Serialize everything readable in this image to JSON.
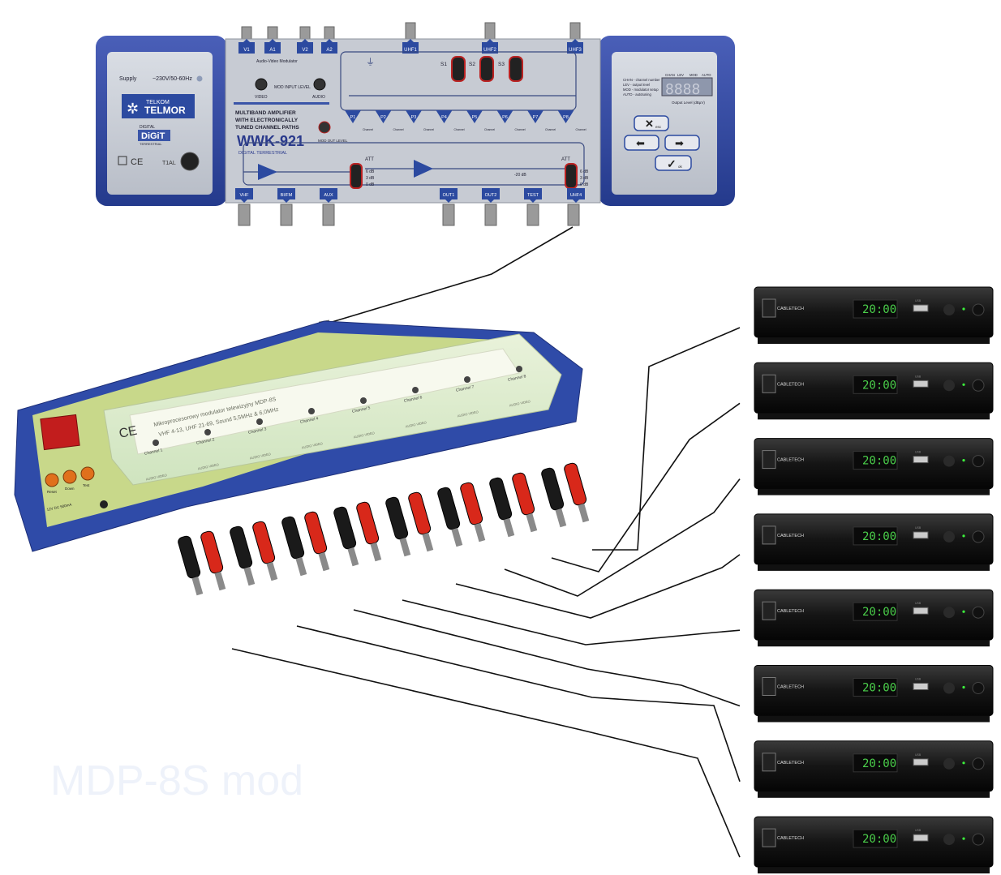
{
  "amplifier": {
    "supply_label": "Supply",
    "supply_spec": "~230V/50-60Hz",
    "brand_top": "TELKOM",
    "brand": "TELMOR",
    "digit_small": "DIGITAL",
    "digit": "DiGiT",
    "digit_sub": "TERRESTRIAL",
    "ce": "CE",
    "fuse": "T1AL",
    "title_line1": "MULTIBAND AMPLIFIER",
    "title_line2": "WITH ELECTRONICALLY",
    "title_line3": "TUNED CHANNEL PATHS",
    "model": "WWK-921",
    "model_sub": "DIGITAL TERRESTRIAL",
    "mod_label": "Audio-Video Modulator",
    "mod_input_level": "MOD INPUT LEVEL",
    "video": "VIDEO",
    "audio": "AUDIO",
    "mod_out_level": "MOD OUT LEVEL",
    "top_ports": [
      "V1",
      "A1",
      "V2",
      "A2",
      "UHF1",
      "UHF2",
      "UHF3"
    ],
    "switches": [
      "S1",
      "S2",
      "S3"
    ],
    "channels": [
      "P1",
      "P2",
      "P3",
      "P4",
      "P5",
      "P6",
      "P7",
      "P8"
    ],
    "channel_sub": "Channel",
    "att": "ATT",
    "att_levels": [
      "6 dB",
      "3 dB",
      "0 dB"
    ],
    "minus20": "-20 dB",
    "bottom_ports": [
      "VHF",
      "BI/FM",
      "AUX",
      "OUT1",
      "OUT2",
      "TEST",
      "UHF4"
    ],
    "legend": [
      "CHAN - channel number",
      "LEV - output level",
      "MOD - modulator setup",
      "AUTO - autotuning"
    ],
    "display_heads": [
      "CHAN",
      "LEV",
      "MOD",
      "AUTO"
    ],
    "display_value": "8888",
    "output_level": "Output Level (dBµV)",
    "btn_esc": "esc",
    "btn_ok": "ok"
  },
  "modulator": {
    "line1": "Mikroprocesorowy modulator telewizyjny MDP-8S",
    "line2": "VHF 4-13, UHF 21-69, Sound 5,5MHz & 6,0MHz",
    "ce": "CE",
    "channels": [
      "Channel 1",
      "Channel 2",
      "Channel 3",
      "Channel 4",
      "Channel 5",
      "Channel 6",
      "Channel 7",
      "Channel 8"
    ],
    "audio_video": "AUDIO VIDEO",
    "buttons": [
      "Reset",
      "Down",
      "Test"
    ],
    "power": "12V DC 500mA"
  },
  "receivers": {
    "brand": "CABLETECH",
    "time": "20:00",
    "usb": "USB",
    "count": 8
  },
  "watermark": "MDP-8S mod"
}
